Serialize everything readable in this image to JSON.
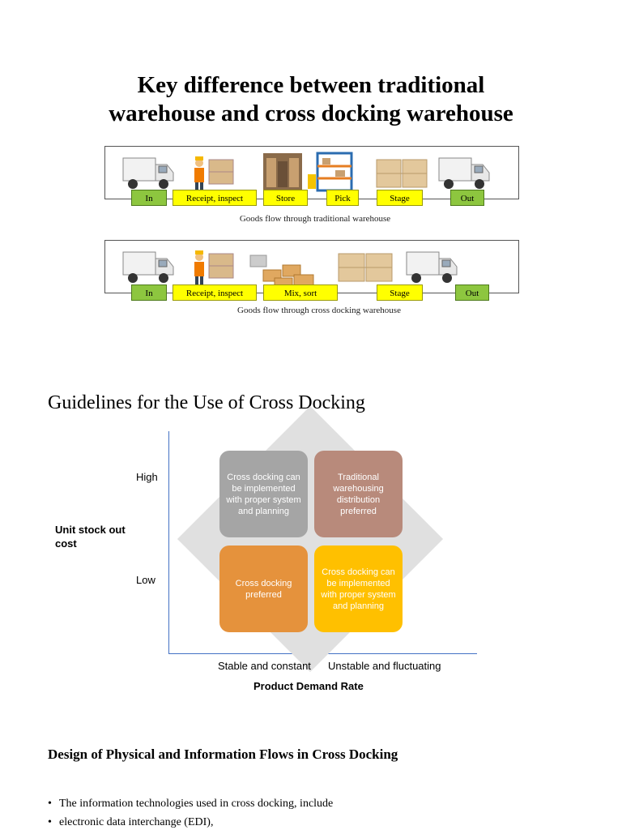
{
  "title_line1": "Key difference between traditional",
  "title_line2": "warehouse and cross docking warehouse",
  "traditional_flow": {
    "steps": [
      "In",
      "Receipt, inspect",
      "Store",
      "Pick",
      "Stage",
      "Out"
    ],
    "caption": "Goods flow through traditional warehouse"
  },
  "cross_dock_flow": {
    "steps": [
      "In",
      "Receipt, inspect",
      "Mix, sort",
      "Stage",
      "Out"
    ],
    "caption": "Goods flow through cross docking warehouse"
  },
  "guidelines": {
    "title": "Guidelines for the Use of Cross Docking",
    "y_axis_label": "Unit stock out cost",
    "y_high": "High",
    "y_low": "Low",
    "x_stable": "Stable and constant",
    "x_unstable": "Unstable and fluctuating",
    "x_axis_label": "Product Demand Rate",
    "quadrants": {
      "top_left": "Cross docking can be implemented with proper system and planning",
      "top_right": "Traditional warehousing distribution preferred",
      "bottom_left": "Cross docking preferred",
      "bottom_right": "Cross docking can be implemented with proper system and planning"
    },
    "colors": {
      "top_left": "#a5a5a5",
      "top_right": "#b88a7b",
      "bottom_left": "#e5923c",
      "bottom_right": "#ffc000",
      "axis": "#4472c4"
    }
  },
  "design": {
    "title": "Design of Physical and Information Flows in Cross Docking",
    "bullets": [
      "The information technologies used in cross docking, include",
      "electronic data interchange (EDI),"
    ]
  }
}
